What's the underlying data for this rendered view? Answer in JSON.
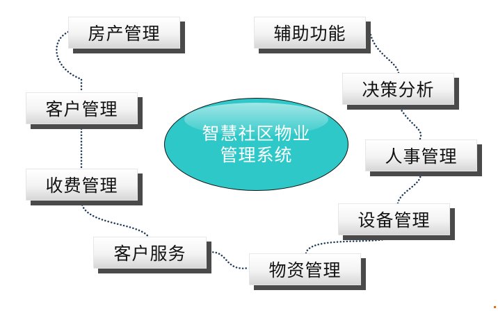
{
  "center": {
    "line1": "智慧社区物业",
    "line2": "管理系统"
  },
  "modules": {
    "fangchan": "房产管理",
    "kehu": "客户管理",
    "shoufei": "收费管理",
    "fuwu": "客户服务",
    "wuzi": "物资管理",
    "shebei": "设备管理",
    "renshi": "人事管理",
    "juece": "决策分析",
    "fuzhu": "辅助功能"
  },
  "colors": {
    "center_fill": "#2ec8c8",
    "connector": "#1f3a5a",
    "node_shadow": "#4a4a4a"
  }
}
